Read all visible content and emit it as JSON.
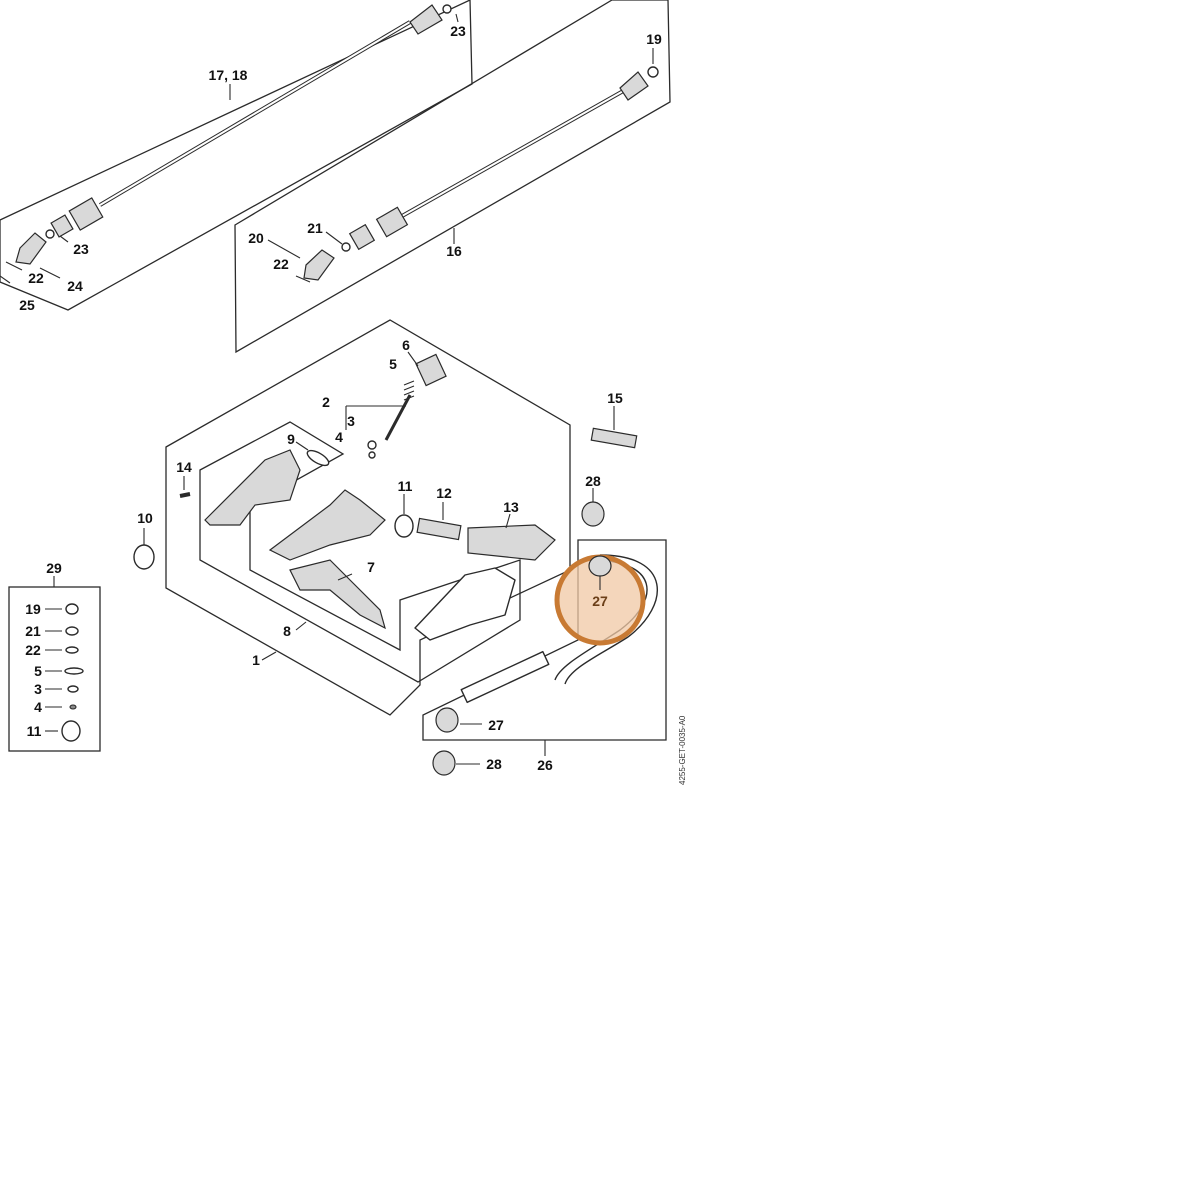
{
  "diagram": {
    "doc_code": "4255-GET-0035-A0",
    "highlight_label": "27",
    "labels": {
      "l_1718": "17, 18",
      "l_23a": "23",
      "l_19": "19",
      "l_23b": "23",
      "l_22a": "22",
      "l_24": "24",
      "l_25": "25",
      "l_21": "21",
      "l_20": "20",
      "l_22b": "22",
      "l_16": "16",
      "l_6": "6",
      "l_5": "5",
      "l_2": "2",
      "l_3": "3",
      "l_4": "4",
      "l_9": "9",
      "l_14": "14",
      "l_10": "10",
      "l_11": "11",
      "l_12": "12",
      "l_13": "13",
      "l_15": "15",
      "l_28a": "28",
      "l_7": "7",
      "l_8": "8",
      "l_1": "1",
      "l_27b": "27",
      "l_28b": "28",
      "l_26": "26",
      "l_29": "29"
    },
    "kit_29": [
      "19",
      "21",
      "22",
      "5",
      "3",
      "4",
      "11"
    ]
  },
  "colors": {
    "highlight_fill": "#f0c8a4",
    "highlight_stroke": "#c87a33",
    "line": "#2b2b2b"
  }
}
